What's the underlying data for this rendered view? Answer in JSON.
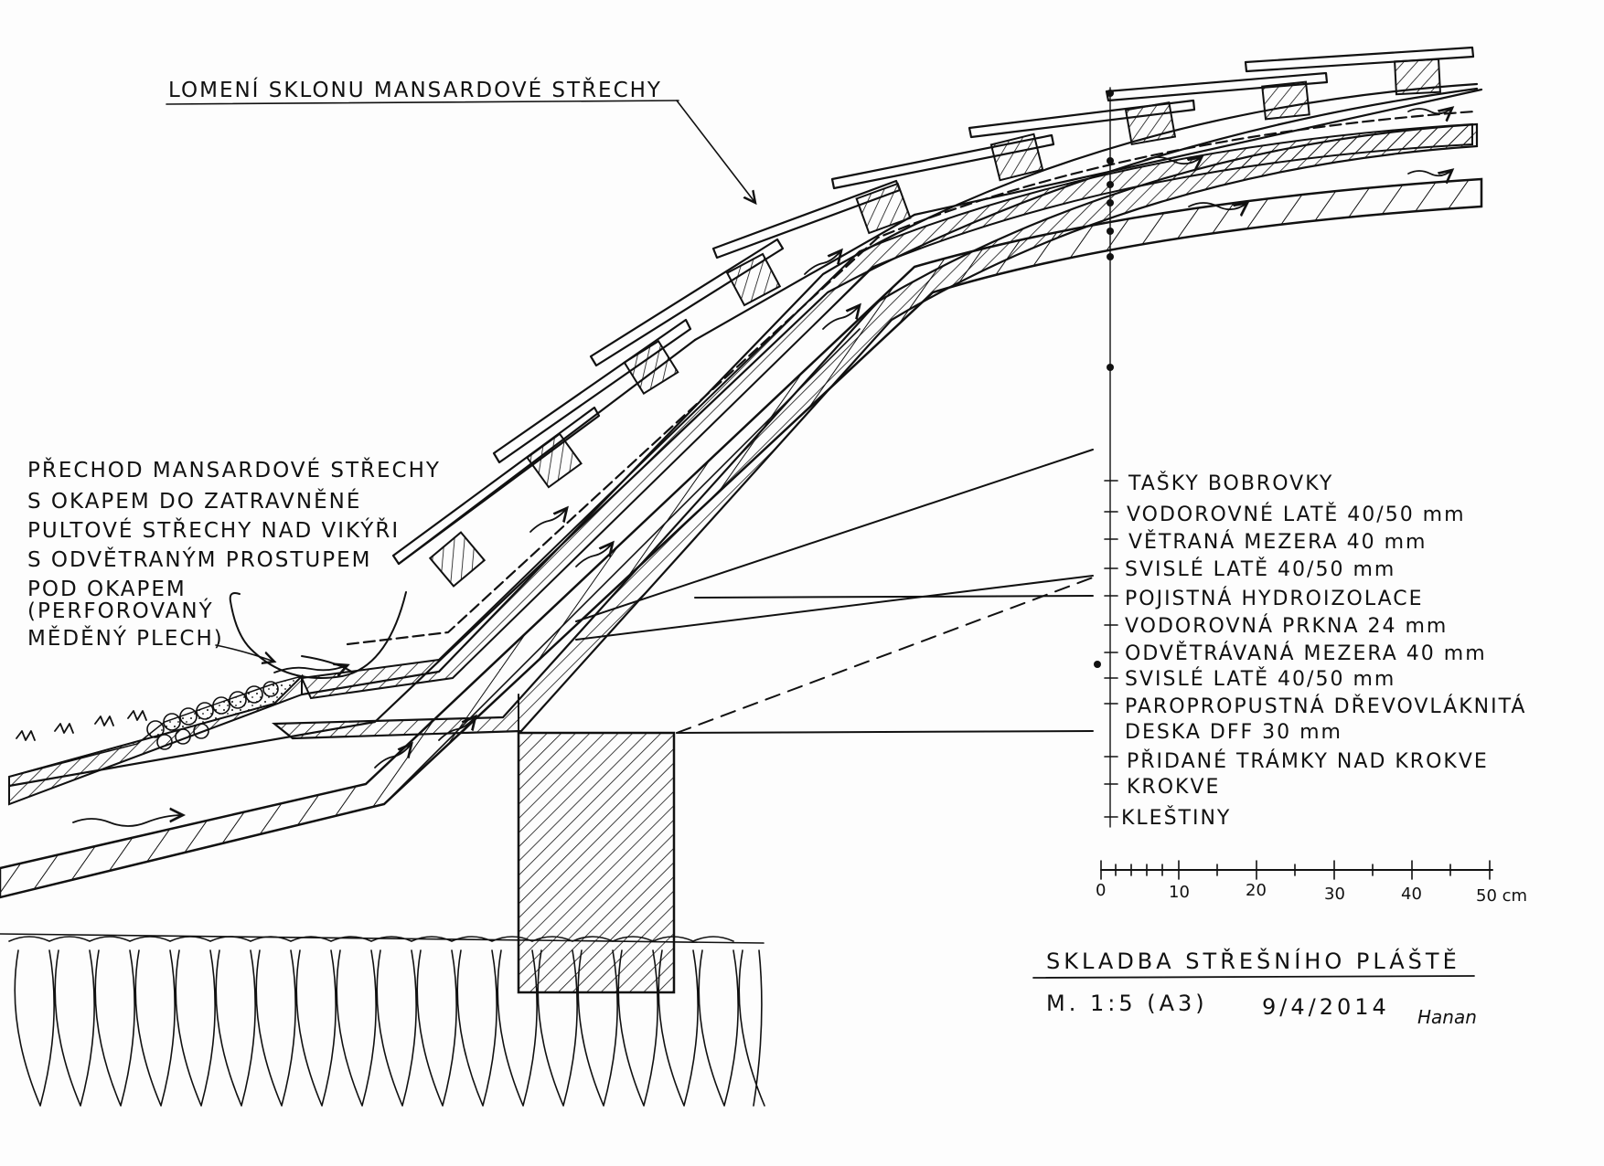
{
  "labels": {
    "mansard_break": "LOMENÍ SKLONU MANSARDOVÉ STŘECHY",
    "eave_note": [
      "PŘECHOD MANSARDOVÉ STŘECHY",
      "S OKAPEM DO ZATRAVNĚNÉ",
      "PULTOVÉ STŘECHY NAD VIKÝŘI",
      "S ODVĚTRANÝM PROSTUPEM",
      "POD OKAPEM",
      "(PERFOROVANÝ",
      "MĚDĚNÝ PLECH)"
    ]
  },
  "layers": [
    "TAŠKY BOBROVKY",
    "VODOROVNÉ LATĚ 40/50 mm",
    "VĚTRANÁ MEZERA 40 mm",
    "SVISLÉ LATĚ 40/50 mm",
    "POJISTNÁ HYDROIZOLACE",
    "VODOROVNÁ PRKNA 24 mm",
    "ODVĚTRÁVANÁ MEZERA 40 mm",
    "SVISLÉ LATĚ 40/50 mm",
    "PAROPROPUSTNÁ DŘEVOVLÁKNITÁ",
    "DESKA DFF 30 mm",
    "PŘIDANÉ TRÁMKY NAD KROKVE",
    "KROKVE",
    "KLEŠTINY"
  ],
  "scale_bar": {
    "ticks": [
      "0",
      "10",
      "20",
      "30",
      "40",
      "50 cm"
    ]
  },
  "title_block": {
    "title": "SKLADBA STŘEŠNÍHO PLÁŠTĚ",
    "scale": "M. 1:5 (A3)",
    "date": "9/4/2014",
    "signature": "Hanan"
  },
  "colors": {
    "ink": "#111111",
    "paper": "#fdfdfd"
  }
}
